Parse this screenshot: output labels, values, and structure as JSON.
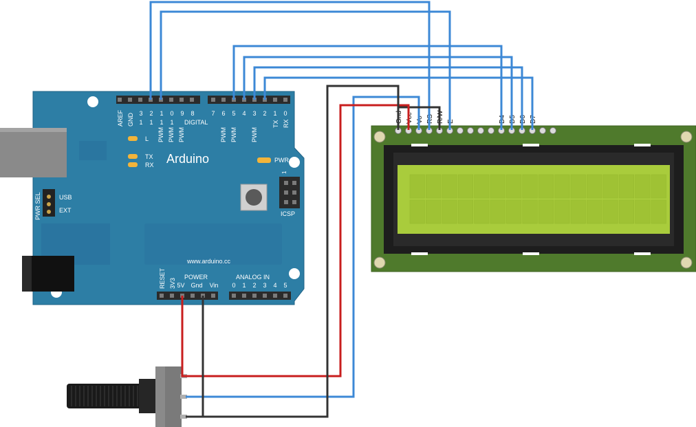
{
  "arduino": {
    "brand": "Arduino",
    "website": "www.arduino.cc",
    "digital_label": "DIGITAL",
    "power_label": "POWER",
    "analog_label": "ANALOG IN",
    "icsp_label": "ICSP",
    "icsp_pin_label": "1",
    "pwr_sel_label": "PWR SEL",
    "usb_label": "USB",
    "ext_label": "EXT",
    "led_l": "L",
    "led_tx": "TX",
    "led_rx": "RX",
    "led_pwr": "PWR",
    "top_left_pins": [
      "AREF",
      "GND",
      "13",
      "12",
      "11",
      "10",
      "9",
      "8"
    ],
    "top_left_pins_line1": [
      "3",
      "2",
      "1",
      "0",
      "9",
      "8"
    ],
    "top_left_pins_line2": [
      "1",
      "1",
      "1",
      "1"
    ],
    "pwm_labels_left": [
      "PWM",
      "PWM",
      "PWM"
    ],
    "top_right_pins": [
      "7",
      "6",
      "5",
      "4",
      "3",
      "2",
      "1",
      "0"
    ],
    "pwm_labels_right": [
      "PWM",
      "PWM",
      "PWM"
    ],
    "tx_rx_labels": [
      "TX",
      "RX"
    ],
    "power_pins": [
      "RESET",
      "3V3",
      "5V",
      "Gnd",
      "Vin"
    ],
    "analog_pins": [
      "0",
      "1",
      "2",
      "3",
      "4",
      "5"
    ]
  },
  "lcd": {
    "pin_labels": [
      "Gnd",
      "Vcc",
      "Vo",
      "RS",
      "R/W",
      "E",
      "D4",
      "D5",
      "D6",
      "D7"
    ]
  },
  "colors": {
    "board": "#2d7ea5",
    "wire_blue": "#3c88d6",
    "wire_red": "#c81e1e",
    "wire_black": "#333333",
    "lcd_pcb": "#4f7a2c",
    "lcd_screen": "#a9cc3c"
  }
}
